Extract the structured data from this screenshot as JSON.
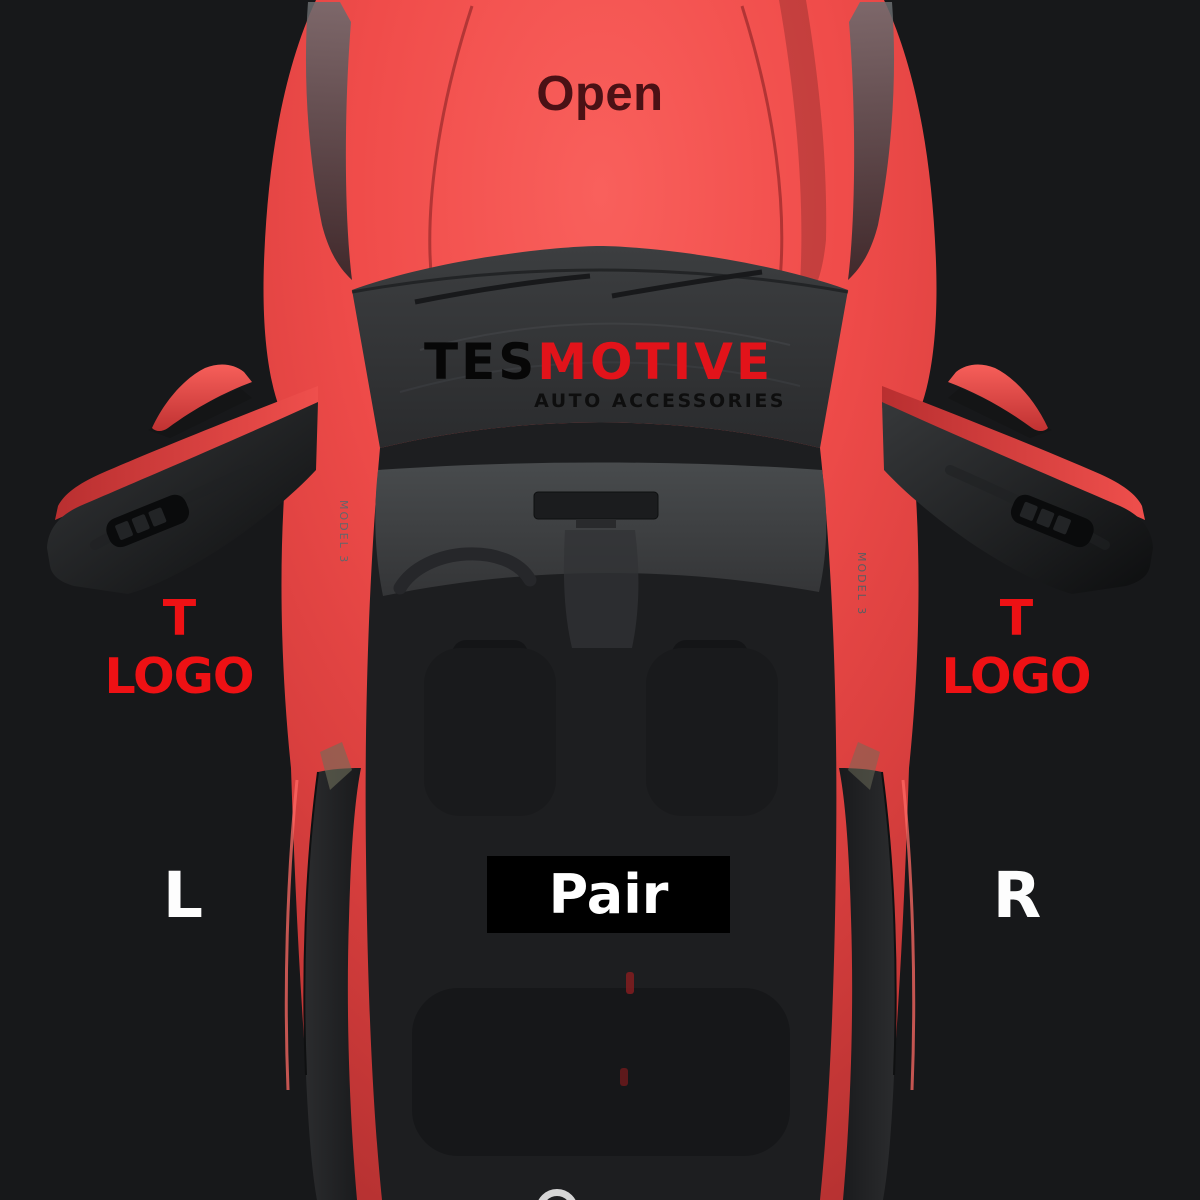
{
  "scene": {
    "background": "#17181a",
    "description": "Top view of a red car with all four doors open, product option labels overlaid"
  },
  "labels": {
    "open": "Open",
    "pair": "Pair",
    "left": "L",
    "right": "R",
    "t_logo_line1": "T",
    "t_logo_line2": "LOGO"
  },
  "brand": {
    "name_prefix": "TES",
    "name_suffix": "MOTIVE",
    "tagline": "AUTO ACCESSORIES"
  },
  "car": {
    "sill_badge": "MODEL 3",
    "body_color": "#ef4b49",
    "glass_color": "#2e2f31"
  },
  "colors": {
    "accent_red": "#ee1114",
    "open_text": "#4a1115",
    "label_white": "#ffffff",
    "pair_box_bg": "#000000",
    "logo_black": "#070707",
    "logo_red": "#e2131a",
    "ring_gray": "#d6d6d6"
  }
}
